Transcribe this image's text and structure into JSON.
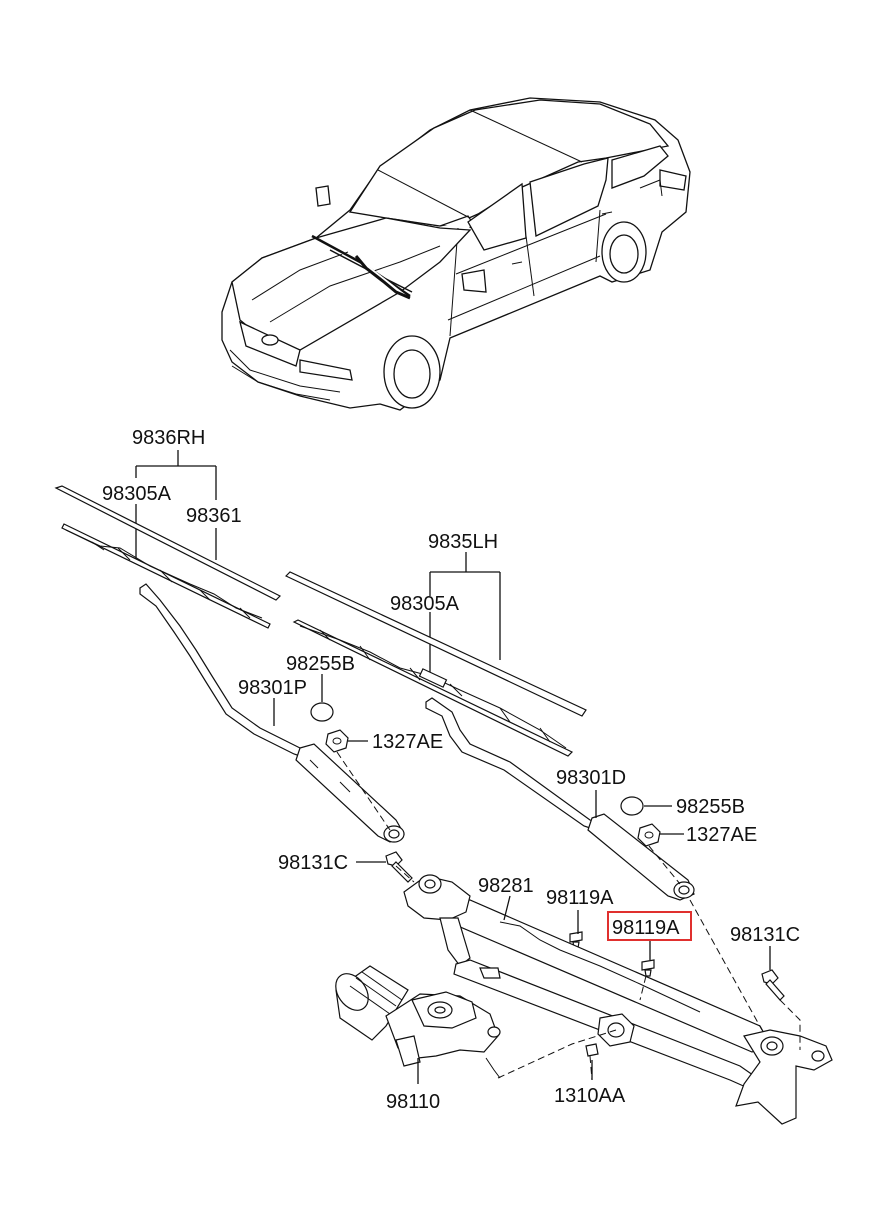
{
  "diagram": {
    "labels": {
      "wiper_blade_rh": "9836RH",
      "refill_rh": "98305A",
      "blade_rh_sub": "98361",
      "wiper_blade_lh": "9835LH",
      "refill_lh": "98305A",
      "cap_p": "98255B",
      "arm_p": "98301P",
      "nut_p": "1327AE",
      "arm_d": "98301D",
      "cap_d": "98255B",
      "nut_d": "1327AE",
      "bolt_left": "98131C",
      "linkage": "98281",
      "pivot_screw": "98119A",
      "pivot_screw_highlighted": "98119A",
      "bolt_right": "98131C",
      "motor": "98110",
      "nut_motor": "1310AA"
    },
    "highlight_color": "#e0302e"
  }
}
